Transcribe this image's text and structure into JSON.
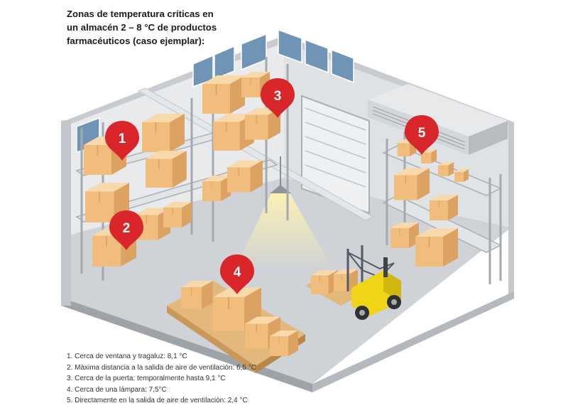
{
  "title_lines": [
    "Zonas de temperatura críticas en",
    "un almacén 2 – 8 °C de productos",
    "farmacéuticos (caso ejemplar):"
  ],
  "markers": [
    {
      "label": "1"
    },
    {
      "label": "2"
    },
    {
      "label": "3"
    },
    {
      "label": "4"
    },
    {
      "label": "5"
    }
  ],
  "legend": [
    "1. Cerca de ventana y tragaluz: 8,1 °C",
    "2. Máxima distancia a la salida de aire de ventilación: 6,5 °C",
    "3. Cerca de la puerta: temporalmente hasta 9,1 °C",
    "4. Cerca de una lámpara: 7,5°C",
    "5. Directamente en la salida de aire de ventilación: 2,4 °C"
  ],
  "colors": {
    "marker": "#d8262b",
    "box": "#f2c58c",
    "floor": "#cdd0d4",
    "wall": "#e6e8ea",
    "forklift": "#f0d418"
  },
  "icons": [
    "map-pin-icon",
    "forklift-icon",
    "ceiling-lamp-icon",
    "rolling-door-icon",
    "ventilation-unit-icon",
    "skylight-icon"
  ]
}
